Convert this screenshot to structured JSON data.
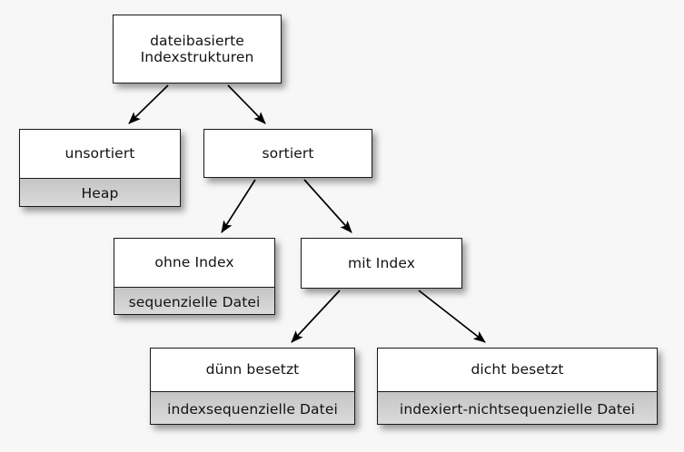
{
  "diagram": {
    "title": "dateibasierte Indexstrukturen",
    "language": "de",
    "background_color": "#f7f7f8",
    "node_fill_color": "#ffffff",
    "node_sub_fill_color": "#cfcfcf",
    "node_border_color": "#1a1a1a",
    "edge_color": "#000000",
    "nodes": [
      {
        "id": "root",
        "title": "dateibasierte\nIndexstrukturen",
        "sub": null
      },
      {
        "id": "unsortiert",
        "title": "unsortiert",
        "sub": "Heap"
      },
      {
        "id": "sortiert",
        "title": "sortiert",
        "sub": null
      },
      {
        "id": "ohne-index",
        "title": "ohne Index",
        "sub": "sequenzielle Datei"
      },
      {
        "id": "mit-index",
        "title": "mit Index",
        "sub": null
      },
      {
        "id": "duenn",
        "title": "dünn besetzt",
        "sub": "indexsequenzielle Datei"
      },
      {
        "id": "dicht",
        "title": "dicht besetzt",
        "sub": "indexiert-nichtsequenzielle Datei"
      }
    ],
    "edges": [
      {
        "from": "root",
        "to": "unsortiert"
      },
      {
        "from": "root",
        "to": "sortiert"
      },
      {
        "from": "sortiert",
        "to": "ohne-index"
      },
      {
        "from": "sortiert",
        "to": "mit-index"
      },
      {
        "from": "mit-index",
        "to": "duenn"
      },
      {
        "from": "mit-index",
        "to": "dicht"
      }
    ]
  }
}
